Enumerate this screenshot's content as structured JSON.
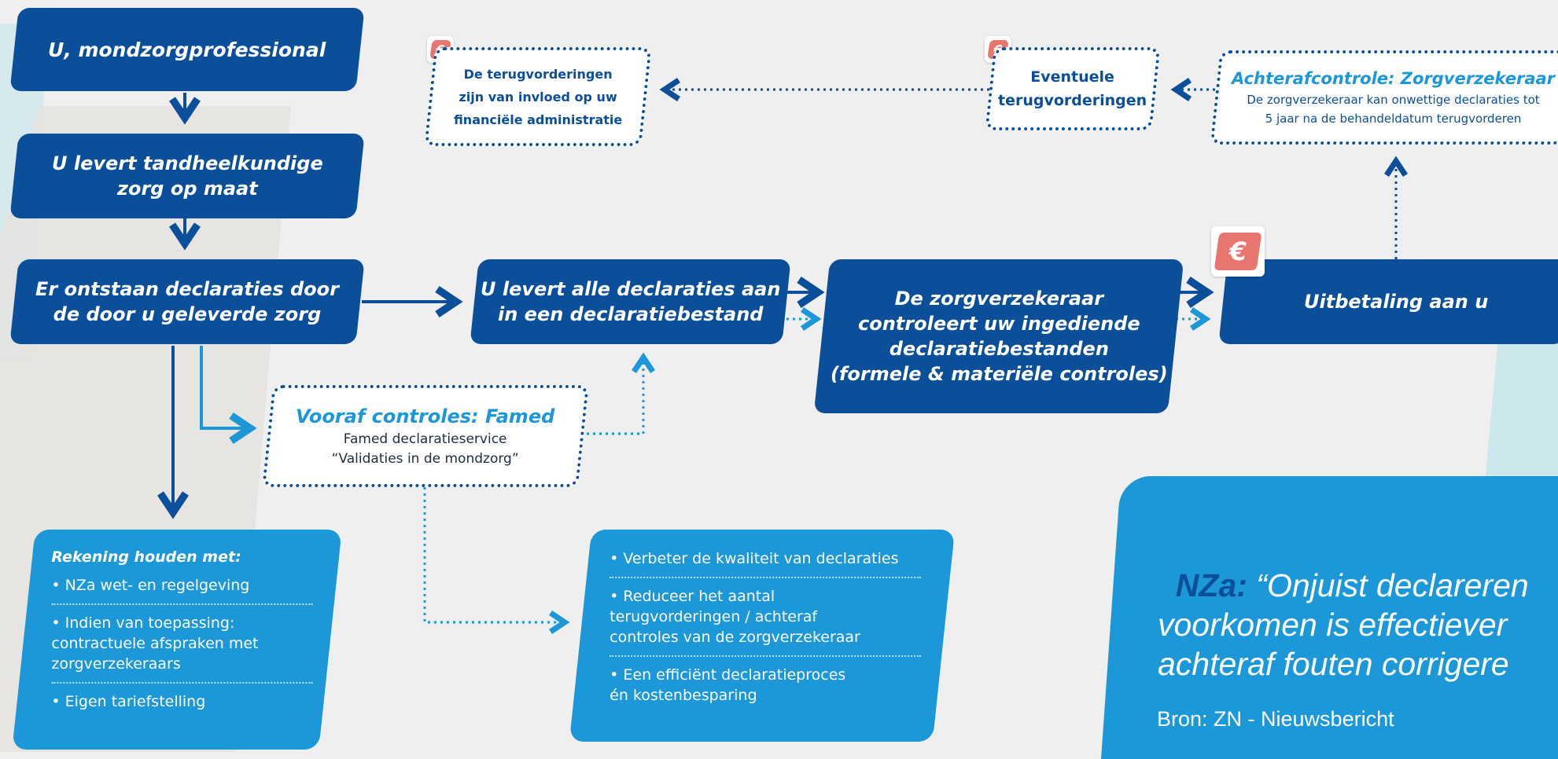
{
  "colors": {
    "dark_blue": "#0b4f9a",
    "light_blue": "#1c98d8",
    "euro_red": "#e8766f",
    "background": "#efefef"
  },
  "steps": {
    "professional": "U, mondzorgprofessional",
    "care": "U levert tandheelkundige\nzorg op maat",
    "claims_arise": "Er ontstaan declaraties door\nde door u geleverde zorg",
    "deliver_file": "U levert alle declaraties aan\nin een declaratiebestand",
    "insurer_checks": "De zorgverzekeraar\ncontroleert uw ingediende\ndeclaratiebestanden\n(formele & materiële controles)",
    "payout": "Uitbetaling aan u"
  },
  "precheck": {
    "title": "Vooraf controles: Famed",
    "line1": "Famed declaratieservice",
    "line2": "“Validaties in de mondzorg”"
  },
  "aftercheck": {
    "title": "Achterafcontrole: Zorgverzekeraar",
    "text": "De zorgverzekeraar kan onwettige declaraties tot\n5 jaar na de behandeldatum terugvorderen"
  },
  "recovery": {
    "text": "Eventuele\nterugvorderingen"
  },
  "impact": {
    "text": "De terugvorderingen\nzijn van invloed op uw\nfinanciële administratie"
  },
  "euro_symbol": "€",
  "considerations": {
    "title": "Rekening houden met:",
    "items": [
      "•  NZa wet- en regelgeving",
      "•  Indien van toepassing:\n    contractuele afspraken met\n    zorgverzekeraars",
      "•  Eigen tariefstelling"
    ]
  },
  "benefits": {
    "items": [
      "•  Verbeter de kwaliteit van declaraties",
      "•  Reduceer het aantal\n    terugvorderingen / achteraf\n    controles van de zorgverzekeraar",
      "•  Een efficiënt declaratieproces\n    én kostenbesparing"
    ]
  },
  "quote": {
    "prefix": "NZa:",
    "text": " “Onjuist declareren\nvoorkomen is effectiever\nachteraf fouten corrigere",
    "source": "Bron: ZN - Nieuwsbericht"
  }
}
